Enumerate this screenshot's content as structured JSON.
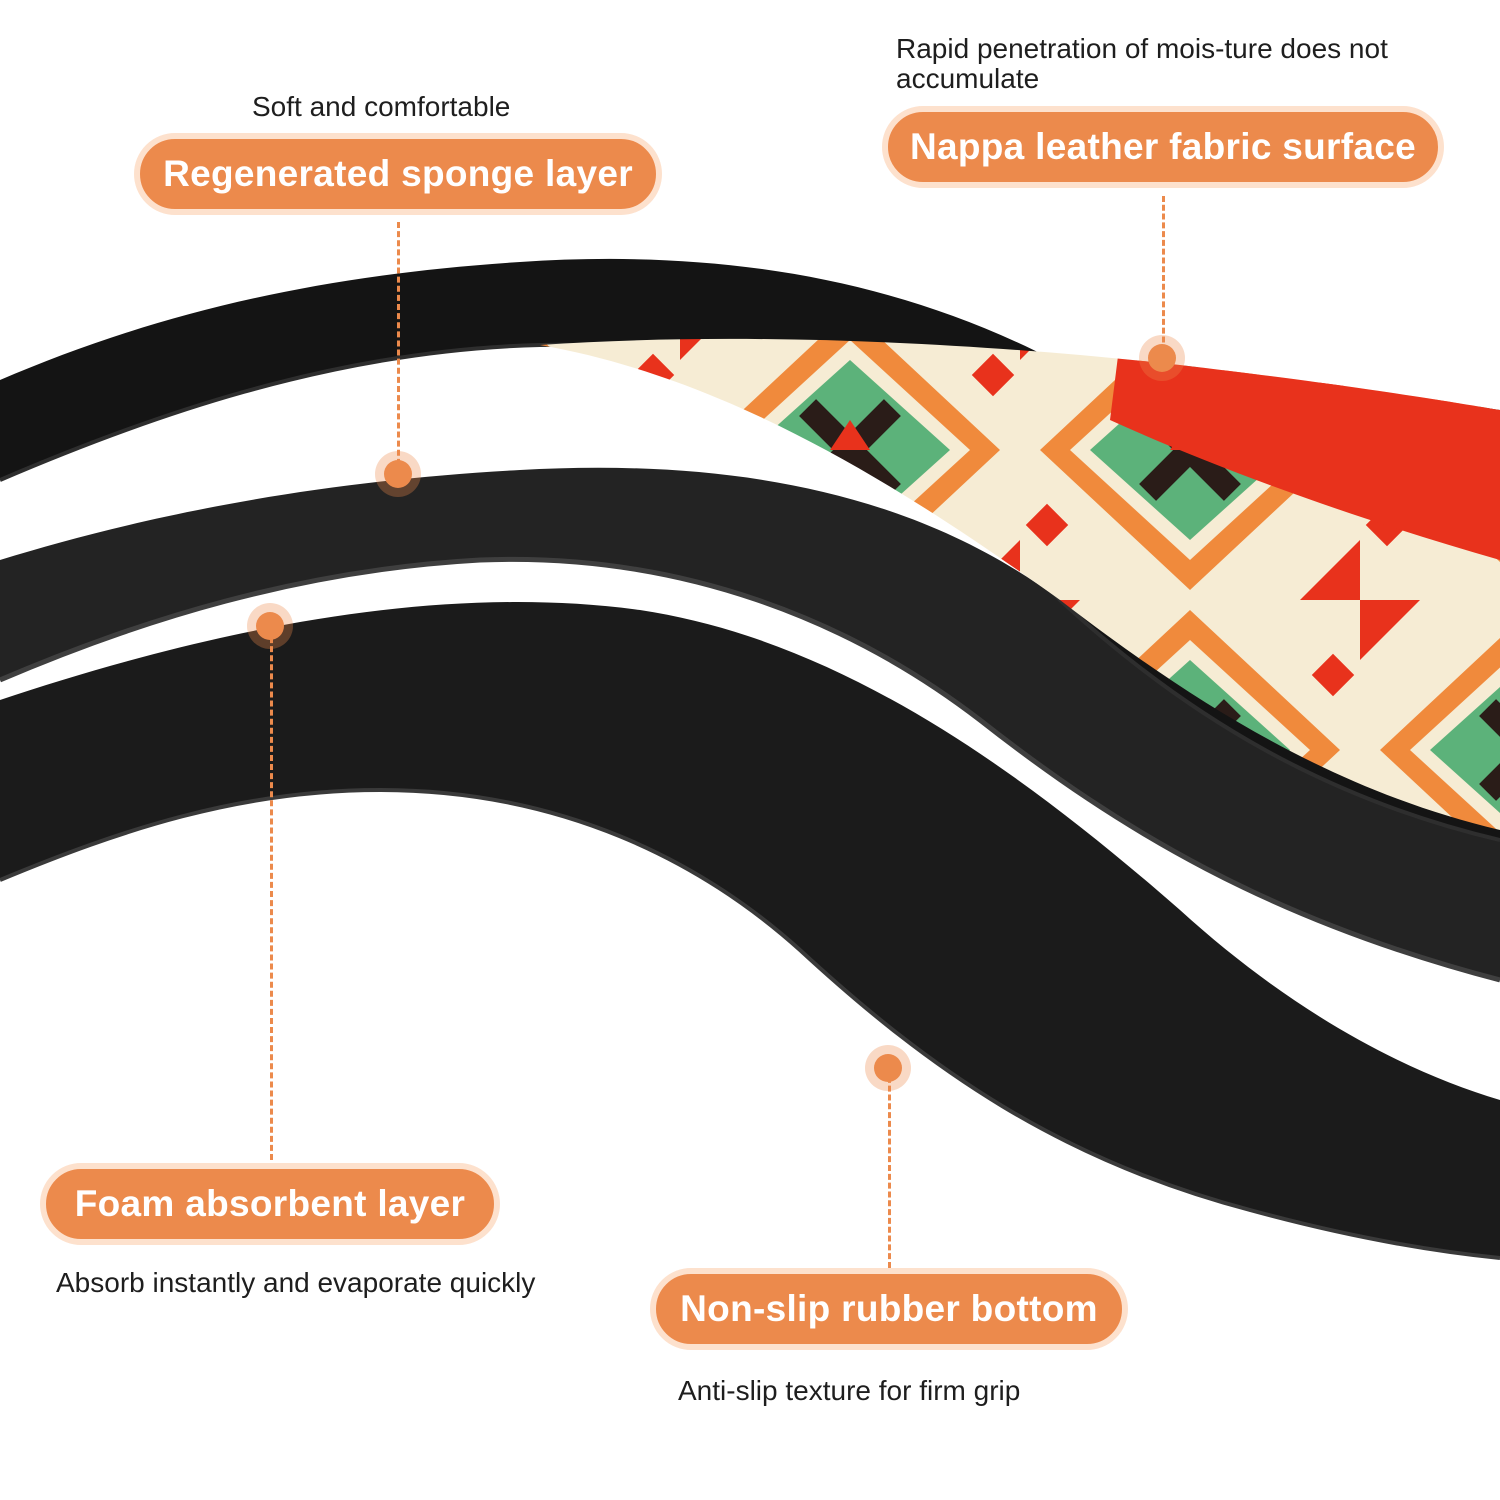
{
  "colors": {
    "accent": "#ec8a4c",
    "accent_ring": "#fde1cd",
    "mat_black": "#141414",
    "pattern_red": "#e8321c",
    "pattern_orange": "#f08a3c",
    "pattern_green": "#5cb27a",
    "pattern_cream": "#f6ecd4"
  },
  "callouts": {
    "sponge": {
      "label": "Regenerated sponge layer",
      "note": "Soft and comfortable"
    },
    "nappa": {
      "label": "Nappa leather fabric surface",
      "note": "Rapid penetration of mois-ture does not accumulate"
    },
    "foam": {
      "label": "Foam absorbent layer",
      "note": "Absorb instantly and evaporate quickly"
    },
    "rubber": {
      "label": "Non-slip rubber bottom",
      "note": "Anti-slip texture for firm grip"
    }
  }
}
